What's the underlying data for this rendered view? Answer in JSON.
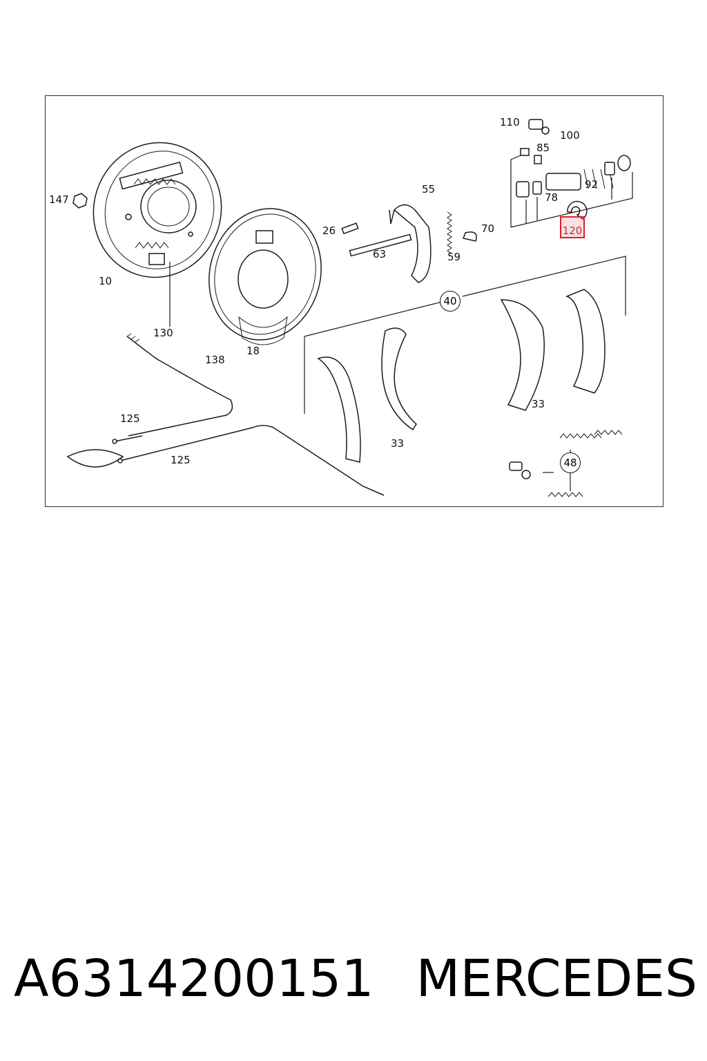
{
  "diagram": {
    "labels": {
      "l110": "110",
      "l100": "100",
      "l85": "85",
      "l92": "92",
      "l78": "78",
      "l120": "120",
      "l55": "55",
      "l26": "26",
      "l70": "70",
      "l63": "63",
      "l59": "59",
      "l147": "147",
      "l10": "10",
      "l18": "18",
      "l130": "130",
      "l138": "138",
      "l40": "40",
      "l33a": "33",
      "l33b": "33",
      "l125a": "125",
      "l125b": "125",
      "l48": "48"
    },
    "highlighted_part": "120"
  },
  "caption": {
    "part_number": "A6314200151",
    "brand": "MERCEDES"
  }
}
